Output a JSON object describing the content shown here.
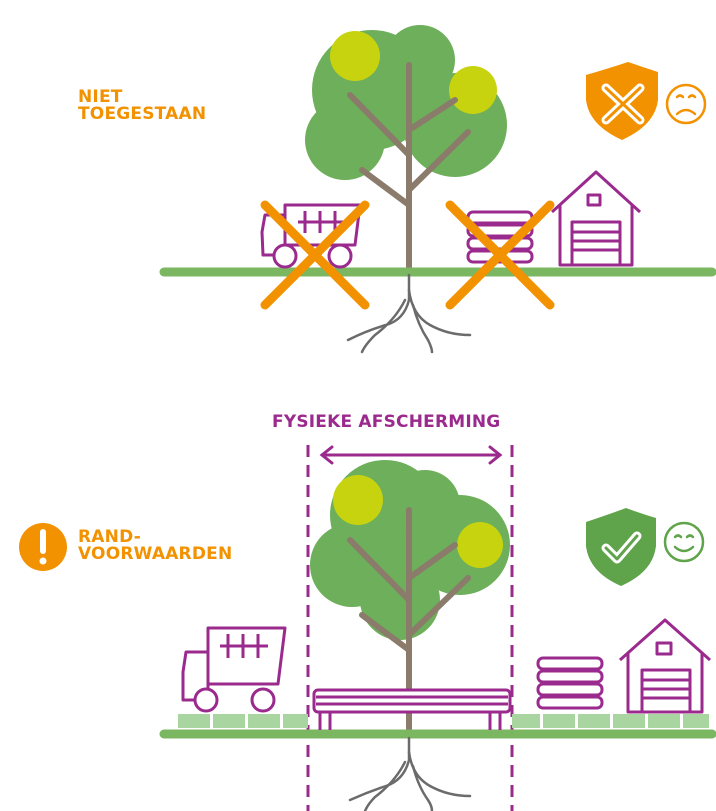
{
  "top_panel": {
    "status_line1": "NIET",
    "status_line2": "TOEGESTAAN",
    "shield_icon": "shield-cross-icon",
    "face_icon": "sad-face-icon"
  },
  "bottom_panel": {
    "title": "FYSIEKE AFSCHERMING",
    "condition_line1": "RAND-",
    "condition_line2": "VOORWAARDEN",
    "warning_icon": "exclamation-icon",
    "shield_icon": "shield-check-icon",
    "face_icon": "happy-face-icon"
  },
  "colors": {
    "orange": "#F39200",
    "purple": "#9B2A8E",
    "green_ground": "#7BB661",
    "tree_green": "#6DAF5A",
    "tree_highlight": "#C8D30F",
    "trunk": "#8B7B6B",
    "paver": "#A8D5A0"
  }
}
